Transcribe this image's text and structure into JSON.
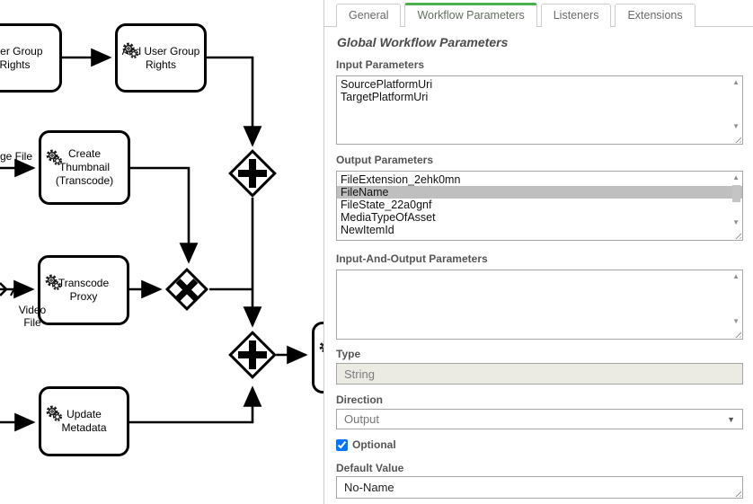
{
  "colors": {
    "accent_green": "#4caf50",
    "selection_gray": "#bfbfbf"
  },
  "diagram": {
    "tasks": [
      {
        "id": "user-group-rights",
        "label": "User Group\nRights",
        "type": "service-task"
      },
      {
        "id": "add-user-group-rights",
        "label": "Add User Group\nRights",
        "type": "service-task"
      },
      {
        "id": "create-thumbnail",
        "label": "Create\nThumbnail\n(Transcode)",
        "type": "service-task"
      },
      {
        "id": "transcode-proxy",
        "label": "Transcode\nProxy",
        "type": "service-task"
      },
      {
        "id": "update-metadata",
        "label": "Update\nMetadata",
        "type": "service-task"
      },
      {
        "id": "partial-task",
        "label": "",
        "type": "service-task"
      }
    ],
    "gateways": [
      {
        "id": "parallel-gateway-top",
        "type": "parallel"
      },
      {
        "id": "exclusive-gateway",
        "type": "exclusive"
      },
      {
        "id": "parallel-gateway-bottom",
        "type": "parallel"
      }
    ],
    "edge_labels": [
      {
        "text": "ge File"
      },
      {
        "text": "Video\nFile"
      }
    ]
  },
  "panel": {
    "tabs": [
      {
        "label": "General",
        "active": false
      },
      {
        "label": "Workflow Parameters",
        "active": true
      },
      {
        "label": "Listeners",
        "active": false
      },
      {
        "label": "Extensions",
        "active": false
      }
    ],
    "heading": "Global Workflow Parameters",
    "input_parameters": {
      "label": "Input Parameters",
      "items": [
        "SourcePlatformUri",
        "TargetPlatformUri"
      ]
    },
    "output_parameters": {
      "label": "Output Parameters",
      "items": [
        "FileExtension_2ehk0mn",
        "FileName",
        "FileState_22a0gnf",
        "MediaTypeOfAsset",
        "NewItemId"
      ],
      "selected": "FileName"
    },
    "inout_parameters": {
      "label": "Input-And-Output Parameters",
      "items": []
    },
    "type_field": {
      "label": "Type",
      "value": "String",
      "disabled": true
    },
    "direction_field": {
      "label": "Direction",
      "value": "Output"
    },
    "optional_field": {
      "label": "Optional",
      "checked": true
    },
    "default_value_field": {
      "label": "Default Value",
      "value": "No-Name"
    }
  }
}
